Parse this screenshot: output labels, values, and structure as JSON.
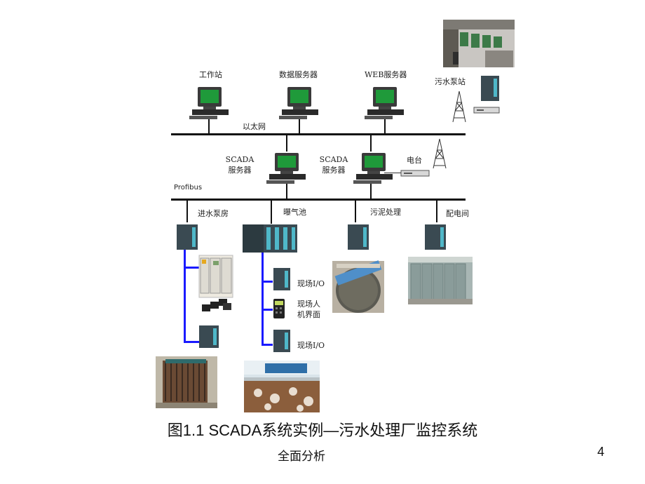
{
  "nodes": {
    "workstation": "工作站",
    "data_server": "数据服务器",
    "web_server": "WEB服务器",
    "ethernet": "以太网",
    "sewage_pump_station": "污水泵站",
    "scada_server_1": "SCADA\n服务器",
    "scada_server_2": "SCADA\n服务器",
    "radio": "电台",
    "profibus": "Profibus",
    "inlet_pump_room": "进水泵房",
    "aeration_tank": "曝气池",
    "sludge_treatment": "污泥处理",
    "distribution_room": "配电间",
    "field_io_1": "现场I/O",
    "field_hmi": "现场人\n机界面",
    "field_io_2": "现场I/O"
  },
  "caption": "图1.1  SCADA系统实例—污水处理厂监控系统",
  "footer": "全面分析",
  "page_number": "4"
}
